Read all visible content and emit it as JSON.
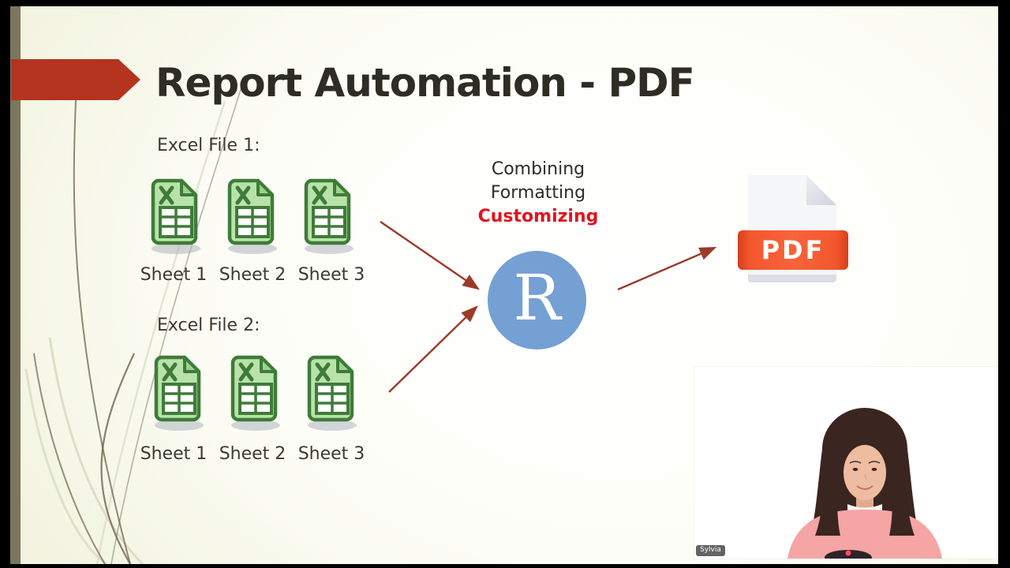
{
  "slide": {
    "title": "Report Automation - PDF",
    "excel_groups": [
      {
        "label": "Excel File 1:",
        "sheets": [
          "Sheet 1",
          "Sheet 2",
          "Sheet 3"
        ]
      },
      {
        "label": "Excel File 2:",
        "sheets": [
          "Sheet 1",
          "Sheet 2",
          "Sheet 3"
        ]
      }
    ],
    "process": {
      "line1": "Combining",
      "line2": "Formatting",
      "line3": "Customizing"
    },
    "r_logo_letter": "R",
    "pdf_icon_label": "PDF"
  },
  "webcam": {
    "name_tag": "Sylvia"
  },
  "colors": {
    "banner_red": "#b43420",
    "title_ink": "#2d2d26",
    "body_ink": "#3a3a31",
    "highlight_red": "#e0141f",
    "arrow_red": "#9a3b28",
    "r_blue": "#74a0d3",
    "excel_border_green": "#3e7c38",
    "excel_fill_green": "#b9e2ab",
    "excel_fold_green": "#9ed18d",
    "pdf_orange": "#f4572d",
    "pdf_orange_dark": "#d63f1c",
    "slide_edge": "#eaedd4",
    "olive_strip": "#7c765f",
    "shirt_pink": "#f4a5a4",
    "hair_brown": "#3b2520",
    "skin_tone": "#eebca1"
  }
}
